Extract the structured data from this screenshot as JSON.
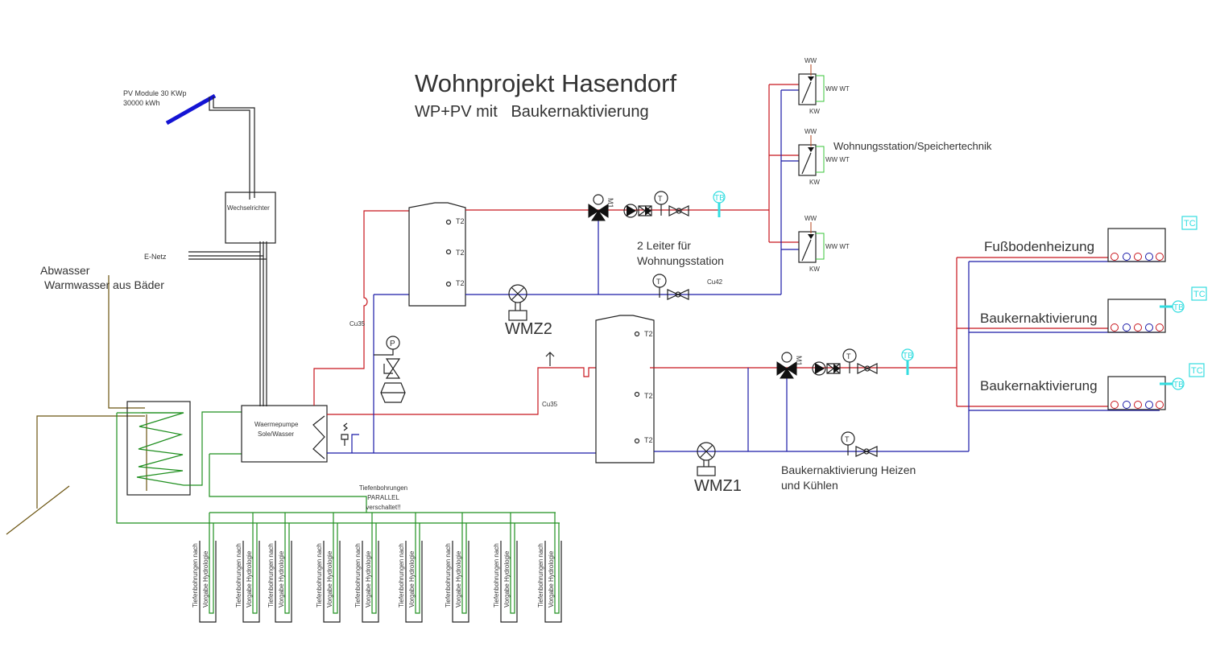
{
  "title": "Wohnprojekt Hasendorf",
  "subtitle": "WP+PV mit   Baukernaktivierung",
  "pv": {
    "line1": "PV Module 30 KWp",
    "line2": "30000 kWh"
  },
  "inverter": "Wechselrichter",
  "grid": "E-Netz",
  "wastewater": {
    "line1": "Abwasser",
    "line2": "Warmwasser aus Bäder"
  },
  "heatpump": {
    "line1": "Waermepumpe",
    "line2": "Sole/Wasser"
  },
  "pipes": {
    "cu35_a": "Cu35",
    "cu35_b": "Cu35",
    "cu42": "Cu42"
  },
  "storage_sensor": "T2",
  "meters": {
    "wmz1": "WMZ1",
    "wmz2": "WMZ2"
  },
  "pressure": "P",
  "mixer_label": "M1",
  "thermometer": "T",
  "tb": "TB",
  "tc": "TC",
  "two_wire": {
    "line1": "2 Leiter für",
    "line2": "Wohnungsstation"
  },
  "apartment_station": {
    "title": "Wohnungsstation/Speichertechnik",
    "ww": "WW",
    "wwwt": "WW WT",
    "kw": "KW"
  },
  "core_activation_circuit": {
    "line1": "Baukernaktivierung Heizen",
    "line2": "und Kühlen"
  },
  "consumers": [
    "Fußbodenheizung",
    "Baukernaktivierung",
    "Baukernaktivierung"
  ],
  "boreholes": {
    "header": [
      "Tiefenbohrungen",
      "PARALLEL",
      "verschaltet!!"
    ],
    "label_line1": "Tiefenbohrungen nach",
    "label_line2": "Vorgabe Hydrologie",
    "count": 9
  },
  "colors": {
    "flow": "#c8161d",
    "return": "#1a1aa8",
    "brine": "#1f8f1f",
    "pv": "#1414d4",
    "sensor": "#33dde0"
  }
}
